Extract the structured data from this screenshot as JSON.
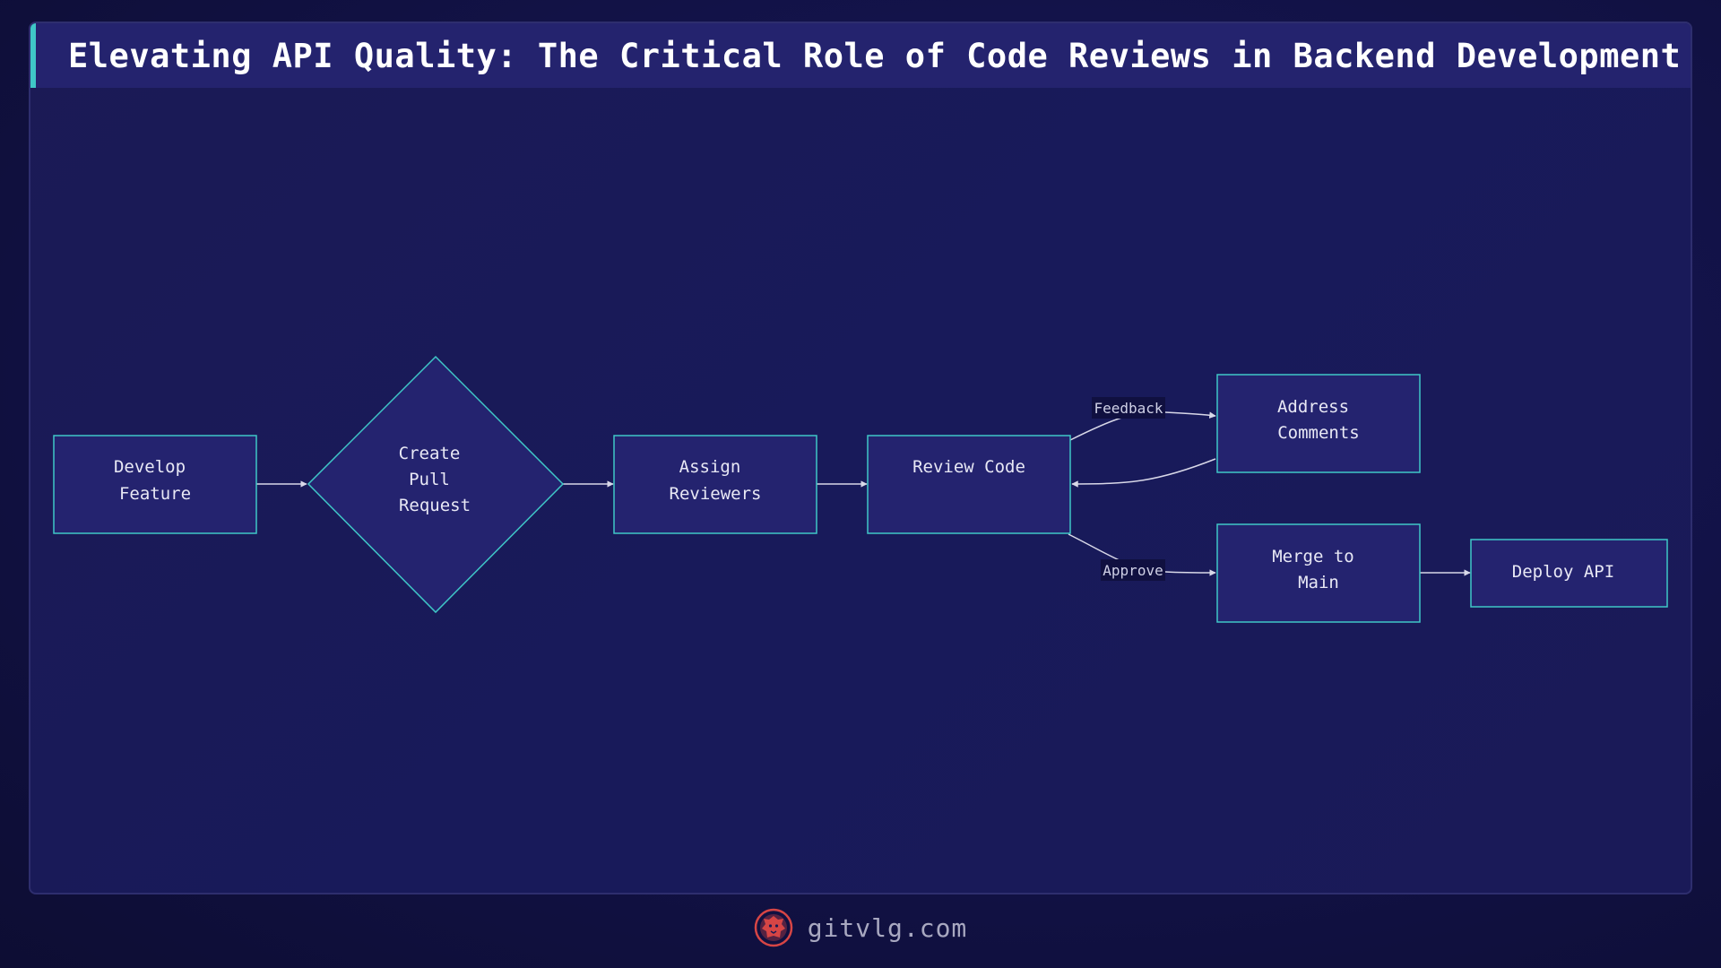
{
  "header": {
    "title": "Elevating API Quality: The Critical Role of Code Reviews in Backend Development"
  },
  "diagram": {
    "nodes": {
      "develop": {
        "shape": "rect",
        "lines": [
          "Develop",
          "Feature"
        ]
      },
      "pull_request": {
        "shape": "diamond",
        "lines": [
          "Create",
          "Pull",
          "Request"
        ]
      },
      "assign": {
        "shape": "rect",
        "lines": [
          "Assign",
          "Reviewers"
        ]
      },
      "review": {
        "shape": "rect",
        "lines": [
          "Review Code"
        ]
      },
      "address": {
        "shape": "rect",
        "lines": [
          "Address",
          "Comments"
        ]
      },
      "merge": {
        "shape": "rect",
        "lines": [
          "Merge to",
          "Main"
        ]
      },
      "deploy": {
        "shape": "rect",
        "lines": [
          "Deploy API"
        ]
      }
    },
    "edges": [
      {
        "from": "develop",
        "to": "pull_request",
        "label": ""
      },
      {
        "from": "pull_request",
        "to": "assign",
        "label": ""
      },
      {
        "from": "assign",
        "to": "review",
        "label": ""
      },
      {
        "from": "review",
        "to": "address",
        "label": "Feedback"
      },
      {
        "from": "address",
        "to": "review",
        "label": ""
      },
      {
        "from": "review",
        "to": "merge",
        "label": "Approve"
      },
      {
        "from": "merge",
        "to": "deploy",
        "label": ""
      }
    ]
  },
  "colors": {
    "node_fill": "#24236f",
    "node_stroke": "#3fc7c7",
    "edge": "#d8d8e8",
    "accent": "#3fc7c7",
    "logo": "#d64545"
  },
  "footer": {
    "site": "gitvlg.com",
    "logo_icon": "lion-head-icon"
  }
}
